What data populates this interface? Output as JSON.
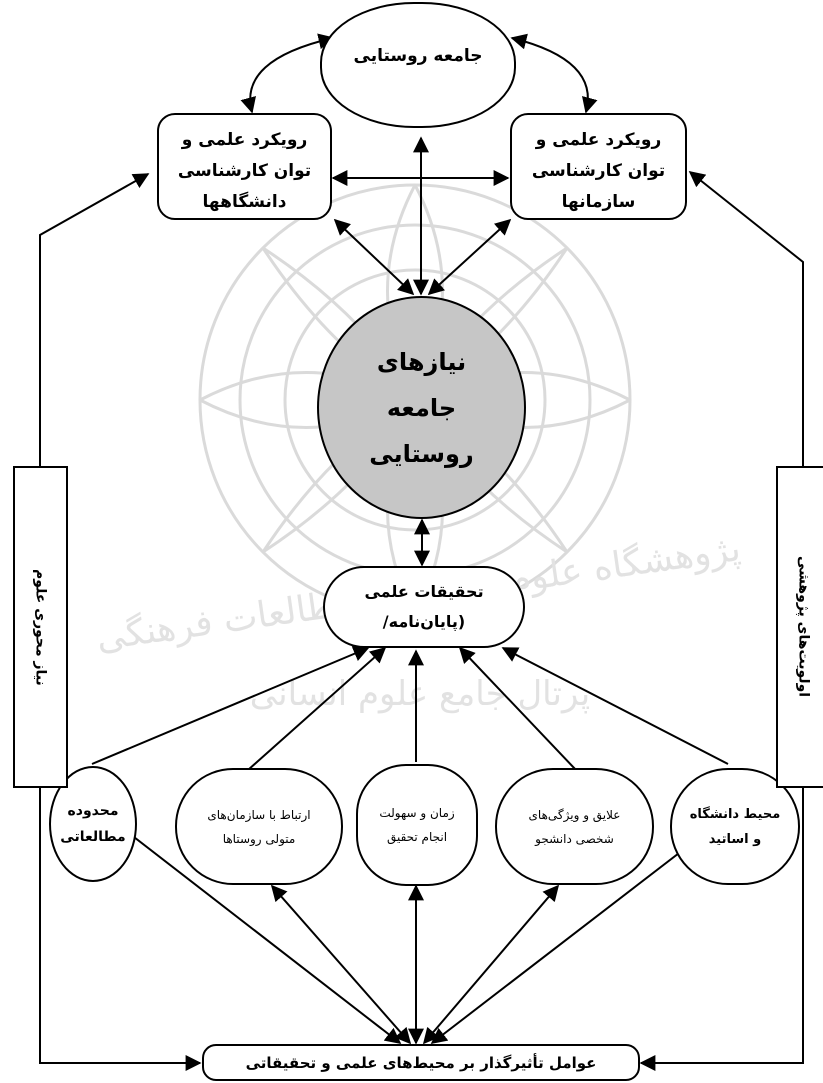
{
  "nodes": {
    "rural_community": "جامعه روستایی",
    "uni_approach": [
      "رویکرد علمی و",
      "توان کارشناسی",
      "دانشگاهها"
    ],
    "org_approach": [
      "رویکرد علمی و",
      "توان کارشناسی",
      "سازمانها"
    ],
    "rural_needs": [
      "نیازهای",
      "جامعه",
      "روستایی"
    ],
    "scientific_research": [
      "تحقیقات علمی",
      "(پایان‌نامه/"
    ],
    "study_scope": [
      "محدوده",
      "مطالعاتی"
    ],
    "org_relations": [
      "ارتباط با سازمان‌های",
      "متولی روستاها"
    ],
    "time_ease": [
      "زمان و سهولت",
      "انجام تحقیق"
    ],
    "student_interests": [
      "علایق و ویژگی‌های",
      "شخصی دانشجو"
    ],
    "uni_environment": [
      "محیط دانشگاه",
      "و اساتید"
    ],
    "influencing_factors": "عوامل تأثیرگذار بر محیط‌های علمی و تحقیقاتی"
  },
  "side_labels": {
    "left": "نیاز محوری علوم",
    "right": "اولویت‌های پژوهشی"
  },
  "colors": {
    "stroke": "#000000",
    "background": "#ffffff",
    "watermark": "#d6d6d6"
  }
}
